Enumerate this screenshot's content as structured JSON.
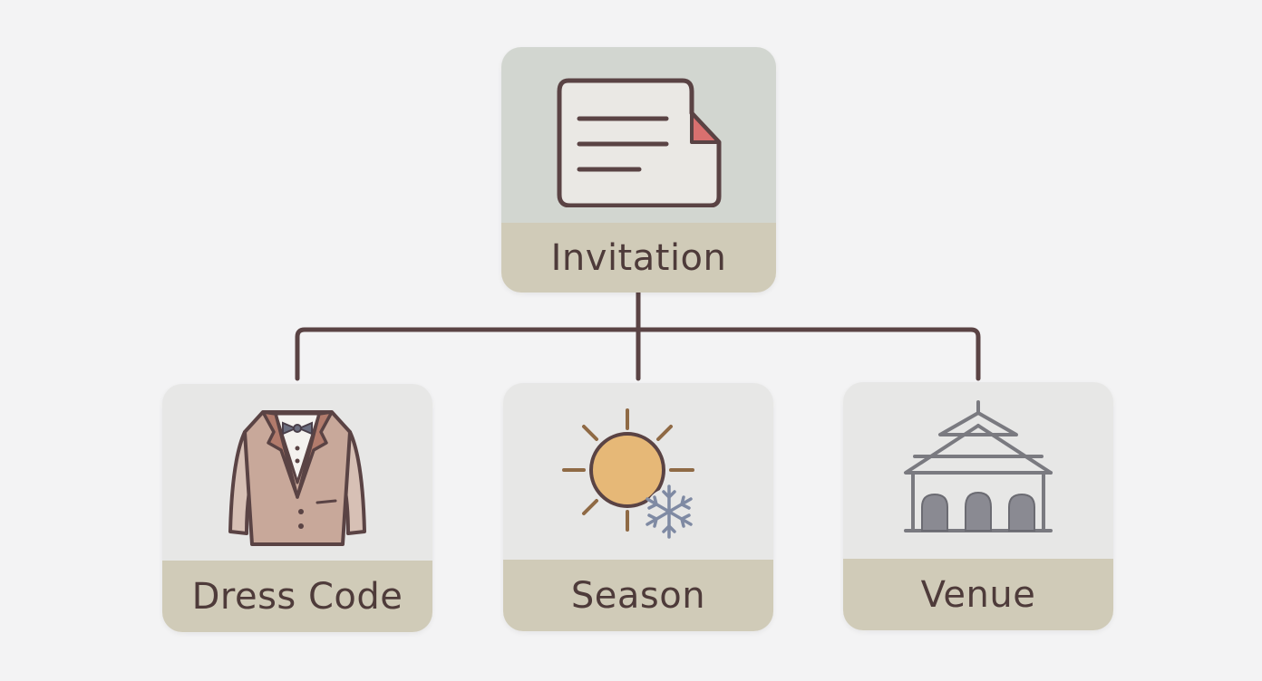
{
  "diagram": {
    "root": {
      "label": "Invitation",
      "icon": "document-icon"
    },
    "children": [
      {
        "label": "Dress Code",
        "icon": "tuxedo-jacket-icon"
      },
      {
        "label": "Season",
        "icon": "sun-snowflake-icon"
      },
      {
        "label": "Venue",
        "icon": "building-icon"
      }
    ]
  },
  "colors": {
    "background": "#f3f3f4",
    "root_icon_bg": "#d2d6d0",
    "child_icon_bg": "#e7e7e6",
    "label_bg": "#d0cbb8",
    "text": "#4e3b3a",
    "connector": "#5a4344"
  }
}
